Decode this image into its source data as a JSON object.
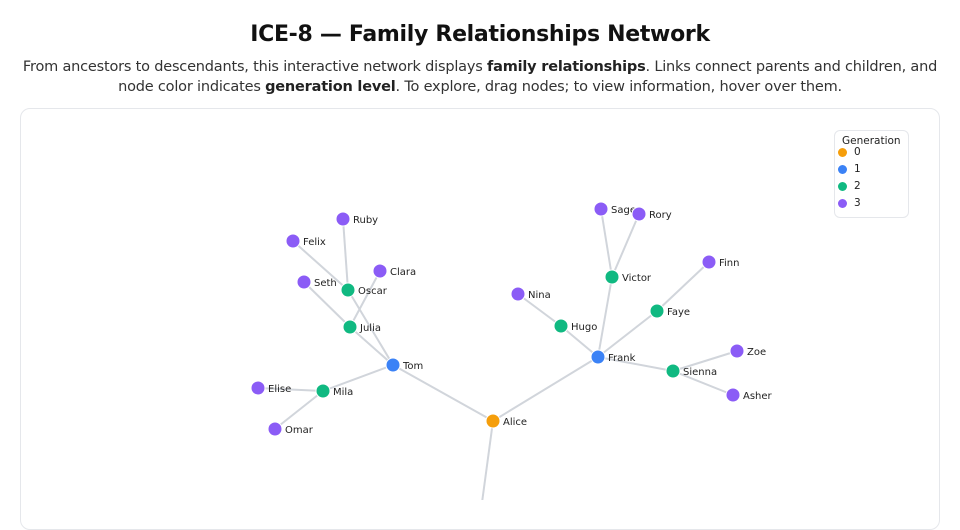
{
  "header": {
    "title": "ICE-8 — Family Relationships Network",
    "subtitle_parts": [
      "From ancestors to descendants, this interactive network displays ",
      "family relationships",
      ". Links connect parents and children, and node color indicates ",
      "generation level",
      ". To explore, drag nodes; to view information, hover over them."
    ]
  },
  "legend": {
    "title": "Generation",
    "items": [
      {
        "label": "0",
        "color": "#f59e0b"
      },
      {
        "label": "1",
        "color": "#3b82f6"
      },
      {
        "label": "2",
        "color": "#10b981"
      },
      {
        "label": "3",
        "color": "#8b5cf6"
      }
    ]
  },
  "colors": {
    "link": "#d1d5db"
  },
  "network": {
    "nodes": [
      {
        "id": "Alice",
        "gen": 0
      },
      {
        "id": "Tom",
        "gen": 1
      },
      {
        "id": "Frank",
        "gen": 1
      },
      {
        "id": "Oscar",
        "gen": 2
      },
      {
        "id": "Julia",
        "gen": 2
      },
      {
        "id": "Mila",
        "gen": 2
      },
      {
        "id": "Victor",
        "gen": 2
      },
      {
        "id": "Hugo",
        "gen": 2
      },
      {
        "id": "Faye",
        "gen": 2
      },
      {
        "id": "Sienna",
        "gen": 2
      },
      {
        "id": "Ruby",
        "gen": 3
      },
      {
        "id": "Felix",
        "gen": 3
      },
      {
        "id": "Clara",
        "gen": 3
      },
      {
        "id": "Seth",
        "gen": 3
      },
      {
        "id": "Elise",
        "gen": 3
      },
      {
        "id": "Omar",
        "gen": 3
      },
      {
        "id": "Sage",
        "gen": 3
      },
      {
        "id": "Rory",
        "gen": 3
      },
      {
        "id": "Nina",
        "gen": 3
      },
      {
        "id": "Finn",
        "gen": 3
      },
      {
        "id": "Zoe",
        "gen": 3
      },
      {
        "id": "Asher",
        "gen": 3
      }
    ],
    "links": [
      [
        "Alice",
        "Tom"
      ],
      [
        "Alice",
        "Frank"
      ],
      [
        "Tom",
        "Oscar"
      ],
      [
        "Tom",
        "Julia"
      ],
      [
        "Tom",
        "Mila"
      ],
      [
        "Oscar",
        "Ruby"
      ],
      [
        "Oscar",
        "Felix"
      ],
      [
        "Julia",
        "Seth"
      ],
      [
        "Julia",
        "Clara"
      ],
      [
        "Mila",
        "Elise"
      ],
      [
        "Mila",
        "Omar"
      ],
      [
        "Frank",
        "Victor"
      ],
      [
        "Frank",
        "Hugo"
      ],
      [
        "Frank",
        "Faye"
      ],
      [
        "Frank",
        "Sienna"
      ],
      [
        "Victor",
        "Sage"
      ],
      [
        "Victor",
        "Rory"
      ],
      [
        "Hugo",
        "Nina"
      ],
      [
        "Faye",
        "Finn"
      ],
      [
        "Sienna",
        "Zoe"
      ],
      [
        "Sienna",
        "Asher"
      ]
    ]
  }
}
